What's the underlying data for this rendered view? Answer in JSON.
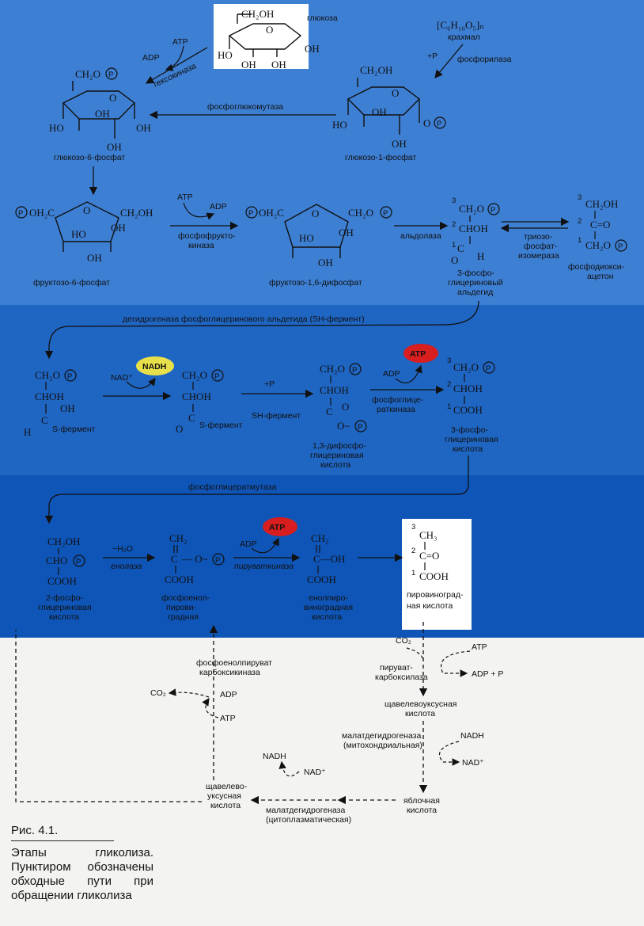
{
  "caption": {
    "number": "Рис. 4.1.",
    "text": "Этапы гликолиза. Пунктиром обозначены обходные пути при обращении гликолиза"
  },
  "colors": {
    "band_light": "#3d7fd3",
    "band_mid": "#1f65c2",
    "band_dark": "#0f55b7",
    "nadh": "#e8e04a",
    "atp": "#d81e1e"
  },
  "row1": {
    "atp": "ATP",
    "adp": "ADP",
    "glucose": "глюкоза",
    "hexokinase": "гексокиназа",
    "starch": "[C₆H₁₀O₅]ₙ",
    "starch_name": "крахмал",
    "pi": "+P",
    "phosphorylase": "фосфорилаза",
    "phosphoglucomutase": "фосфоглюкомутаза",
    "g6p": "глюкозо-6-фосфат",
    "g1p": "глюкозо-1-фосфат"
  },
  "row2": {
    "f6p": "фруктозо-6-фосфат",
    "atp": "ATP",
    "adp": "ADP",
    "pfk1": "фосфофрукто-",
    "pfk2": "киназа",
    "f16": "фруктозо-1,6-дифосфат",
    "aldolase": "альдолаза",
    "tim1": "триозо-",
    "tim2": "фосфат-",
    "tim3": "изомераза",
    "gap1": "3-фосфо-",
    "gap2": "глицериновый",
    "gap3": "альдегид",
    "dhap1": "фосфодиокси-",
    "dhap2": "ацетон"
  },
  "row3": {
    "dehydrogenase": "дегидрогеназа  фосфоглицеринового альдегида  (SH-фермент)",
    "s_enzyme": "S-фермент",
    "nad": "NAD⁺",
    "nadh": "NADH",
    "pi": "+P",
    "sh_enzyme": "SH-фермент",
    "adp": "ADP",
    "atp": "ATP",
    "pgk1": "фосфоглице-",
    "pgk2": "раткиназа",
    "bpg1": "1,3-дифосфо-",
    "bpg2": "глицериновая",
    "bpg3": "кислота",
    "pg3_1": "3-фосфо-",
    "pg3_2": "глицериновая",
    "pg3_3": "кислота"
  },
  "row4": {
    "mutase": "фосфоглицератмутаза",
    "water": "−H₂O",
    "enolase": "енолаза",
    "adp": "ADP",
    "atp": "ATP",
    "pyruvate_kinase": "пируваткиназа",
    "pg2_1": "2-фосфо-",
    "pg2_2": "глицериновая",
    "pg2_3": "кислота",
    "pep1": "фосфоенол-",
    "pep2": "пирови-",
    "pep3": "градная",
    "enolpyr1": "енолпиро-",
    "enolpyr2": "виноградная",
    "enolpyr3": "кислота",
    "pyr1": "пировиноград-",
    "pyr2": "ная  кислота"
  },
  "bypass": {
    "pepck1": "фосфоенолпируват",
    "pepck2": "карбоксикиназа",
    "co2": "CO₂",
    "adp": "ADP",
    "atp": "ATP",
    "pc1": "пируват-",
    "pc2": "карбоксилаза",
    "adp_pi": "ADP + P",
    "oaa_r1": "щавелевоуксусная",
    "oaa_r2": "кислота",
    "mdh_m1": "малатдегидрогеназа",
    "mdh_m2": "(митохондриальная)",
    "nadh": "NADH",
    "nad": "NAD⁺",
    "malate1": "яблочная",
    "malate2": "кислота",
    "oaa_l1": "щавелево-",
    "oaa_l2": "уксусная",
    "oaa_l3": "кислота",
    "mdh_c1": "малатдегидрогеназа",
    "mdh_c2": "(цитоплазматическая)"
  }
}
